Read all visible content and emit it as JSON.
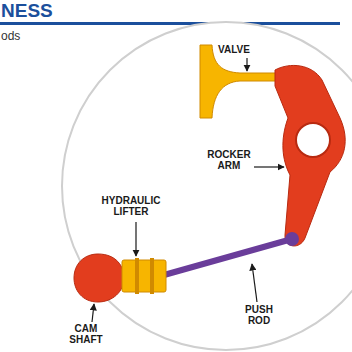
{
  "diagram": {
    "title": "NESS",
    "labels": [
      "ods",
      "VALVE",
      "HYDRAULIC LIFTER",
      "ROCKER ARM",
      "CAM SHAFT",
      "PUSH ROD"
    ]
  }
}
